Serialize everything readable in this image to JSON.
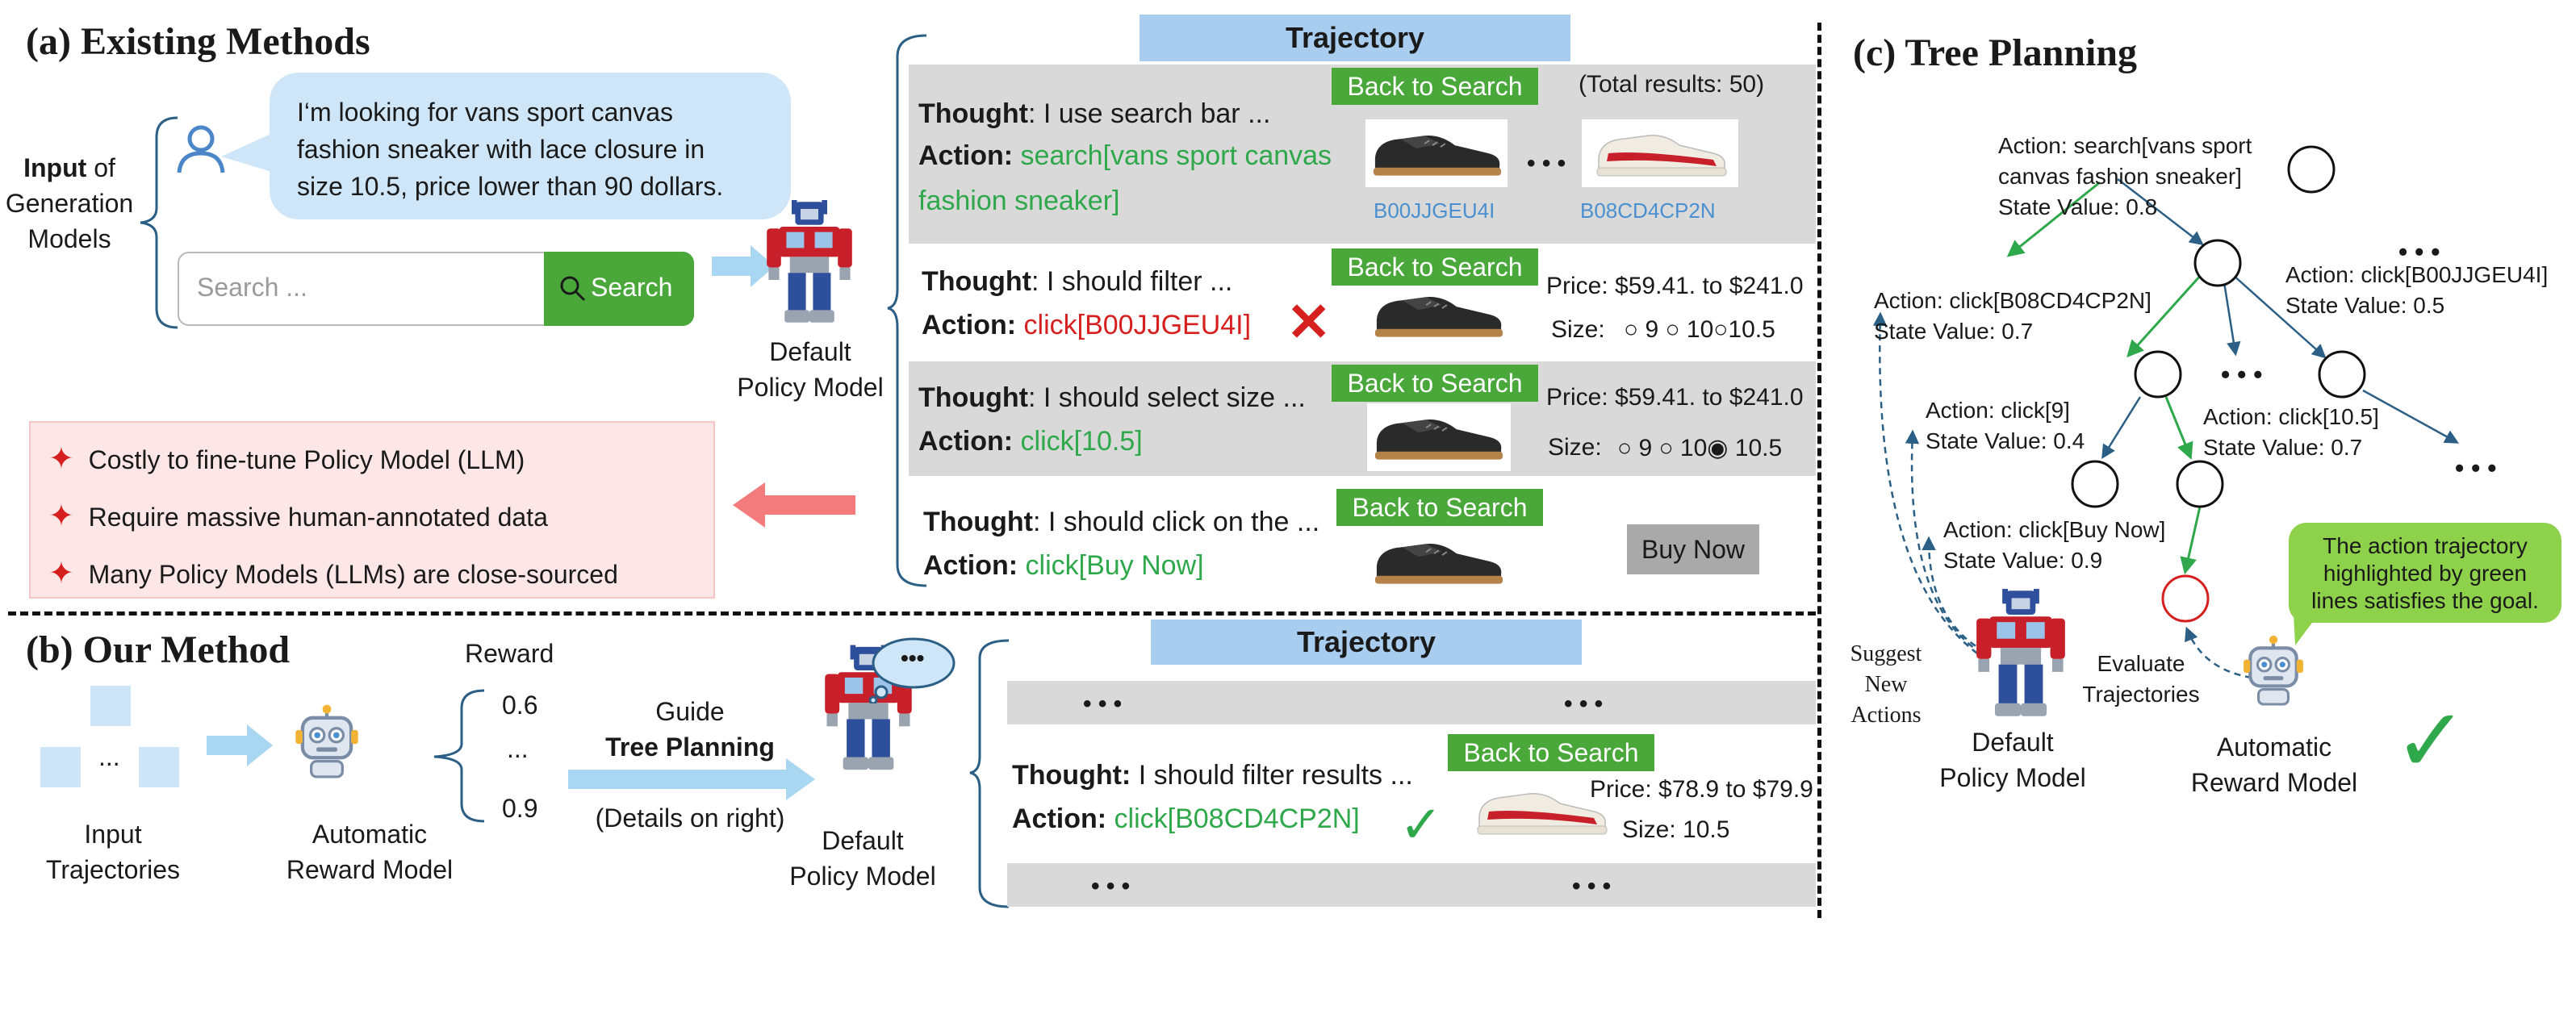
{
  "section_a": {
    "title": "(a) Existing Methods",
    "input_label_bold": "Input",
    "input_label_rest_1": " of",
    "input_label_rest_2": "Generation",
    "input_label_rest_3": "Models",
    "user_query_1": "I‘m looking for vans sport canvas",
    "user_query_2": "fashion sneaker with lace closure in",
    "user_query_3": "size 10.5, price lower than 90 dollars.",
    "search_placeholder": "Search ...",
    "search_button": "Search",
    "policy_label_1": "Default",
    "policy_label_2": "Policy Model",
    "drawbacks": [
      "Costly to fine-tune Policy Model (LLM)",
      "Require massive human-annotated data",
      "Many Policy Models (LLMs) are close-sourced"
    ],
    "trajectory_title": "Trajectory",
    "steps": [
      {
        "thought_label": "Thought",
        "thought": ": I  use search bar ...",
        "action_label": "Action:",
        "action_1": " search[vans sport canvas",
        "action_2": "fashion sneaker]",
        "back": "Back to Search",
        "total": "(Total results: 50)",
        "ids": [
          "B00JJGEU4I",
          "B08CD4CP2N"
        ],
        "ellipsis": "• • •"
      },
      {
        "thought_label": "Thought",
        "thought": ": I should filter  ...",
        "action_label": "Action:",
        "action": " click[B00JJGEU4I]",
        "back": "Back to Search",
        "price": "Price: $59.41. to $241.0",
        "size_label": "Size:",
        "sizes": "○ 9  ○ 10○10.5",
        "mark": "✕"
      },
      {
        "thought_label": "Thought",
        "thought": ": I should select size ...",
        "action_label": "Action:",
        "action": " click[10.5]",
        "back": "Back to Search",
        "price": "Price: $59.41. to $241.0",
        "size_label": "Size:",
        "sizes": "○ 9  ○ 10◉ 10.5"
      },
      {
        "thought_label": "Thought",
        "thought": ": I should click on the ...",
        "action_label": "Action:",
        "action": " click[Buy Now]",
        "back": "Back to Search",
        "buy": "Buy Now"
      }
    ]
  },
  "section_b": {
    "title": "(b) Our Method",
    "input_traj_1": "Input",
    "input_traj_2": "Trajectories",
    "input_dots": "...",
    "arm_1": "Automatic",
    "arm_2": "Reward Model",
    "reward_label": "Reward",
    "rewards": [
      "0.6",
      "...",
      "0.9"
    ],
    "guide": "Guide",
    "tree_planning": "Tree Planning",
    "details": "(Details on right)",
    "policy_label_1": "Default",
    "policy_label_2": "Policy Model",
    "think_dots": "•••",
    "trajectory_title": "Trajectory",
    "row_dots": "• • •",
    "thought_label": "Thought:",
    "thought": " I should filter results ...",
    "action_label": "Action:",
    "action": " click[B08CD4CP2N]",
    "check": "✓",
    "back": "Back to Search",
    "price": "Price: $78.9 to $79.9",
    "size": "Size: 10.5"
  },
  "section_c": {
    "title": "(c) Tree Planning",
    "nodes_text": [
      {
        "l1": "Action: search[vans sport",
        "l2": "canvas fashion sneaker]",
        "l3": "State Value: 0.8"
      },
      {
        "l1": "Action: click[B00JJGEU4I]",
        "l2": "State Value: 0.5"
      },
      {
        "l1": "Action: click[B08CD4CP2N]",
        "l2": "State Value: 0.7"
      },
      {
        "l1": "Action: click[9]",
        "l2": "State Value: 0.4"
      },
      {
        "l1": "Action: click[10.5]",
        "l2": "State Value: 0.7"
      },
      {
        "l1": "Action: click[Buy Now]",
        "l2": "State Value: 0.9"
      }
    ],
    "dots": "• • •",
    "goal_note_1": "The action trajectory",
    "goal_note_2": "highlighted by green",
    "goal_note_3": "lines satisfies the goal.",
    "suggest_1": "Suggest",
    "suggest_2": "New",
    "suggest_3": "Actions",
    "policy_label_1": "Default",
    "policy_label_2": "Policy Model",
    "evaluate_1": "Evaluate",
    "evaluate_2": "Trajectories",
    "arm_1": "Automatic",
    "arm_2": "Reward Model",
    "check": "✓"
  },
  "colors": {
    "green": "#2ea84a",
    "red": "#d61f1f",
    "blue_id": "#4a90d0",
    "trajectory_header": "#a9cdee",
    "grey_row": "#d9d9d9",
    "back_button": "#4aa83a",
    "bubble": "#cfe6f8",
    "pink_box": "#fde6e6",
    "arrow_light_blue": "#a9d6f0",
    "arrow_pink": "#f47b7b",
    "tree_blue": "#2b5f86"
  }
}
